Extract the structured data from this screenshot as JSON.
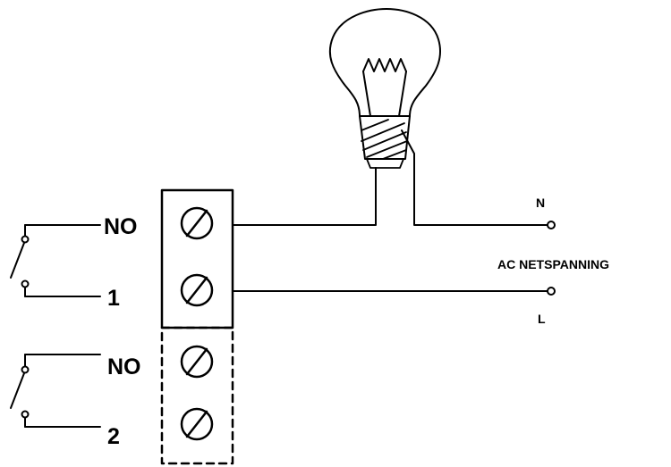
{
  "labels": {
    "relay1_no": "NO",
    "relay1_com": "1",
    "relay2_no": "NO",
    "relay2_com": "2",
    "neutral": "N",
    "line": "L",
    "supply": "AC NETSPANNING"
  },
  "colors": {
    "stroke": "#000000",
    "background": "#ffffff"
  },
  "icons": {
    "lamp": "light-bulb-icon",
    "terminal": "screw-terminal-icon",
    "switch": "relay-contact-icon",
    "connection": "open-terminal-dot-icon"
  }
}
